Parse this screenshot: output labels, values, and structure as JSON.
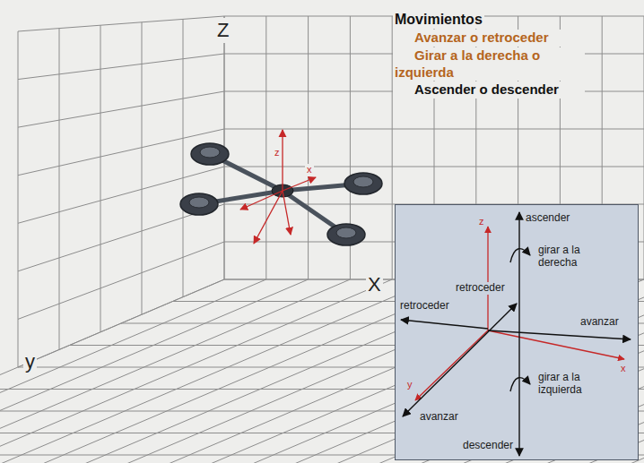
{
  "diagram": {
    "nodes": [
      {
        "text": [
          "z",
          "ascender",
          "girar a la derecha",
          "retroceder",
          "retroceder",
          "avanzar",
          "x",
          "y",
          "avanzar",
          "girar a la izquierda",
          "descender"
        ]
      }
    ],
    "labels": [
      "Movimientos",
      "Avanzar o retroceder",
      "Girar a la derecha o izquierda",
      "Ascender o descender",
      "Z",
      "z",
      "x",
      "X",
      "y"
    ]
  }
}
